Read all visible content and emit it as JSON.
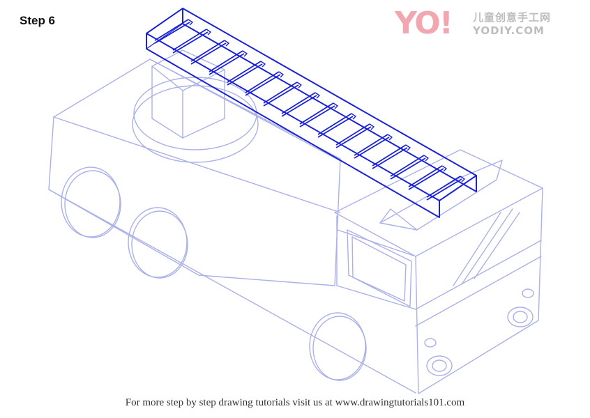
{
  "step_label": "Step 6",
  "logo": {
    "mark": "YO!",
    "chinese": "儿童创意手工网",
    "url_text": "YODIY.COM"
  },
  "footer_text": "For more step by step drawing tutorials visit us at www.drawingtutorials101.com",
  "colors": {
    "guide": "#aab0e8",
    "ladder": "#1a22d6",
    "logo_mark": "#f2a6b0",
    "logo_text": "#bdbdbd"
  }
}
